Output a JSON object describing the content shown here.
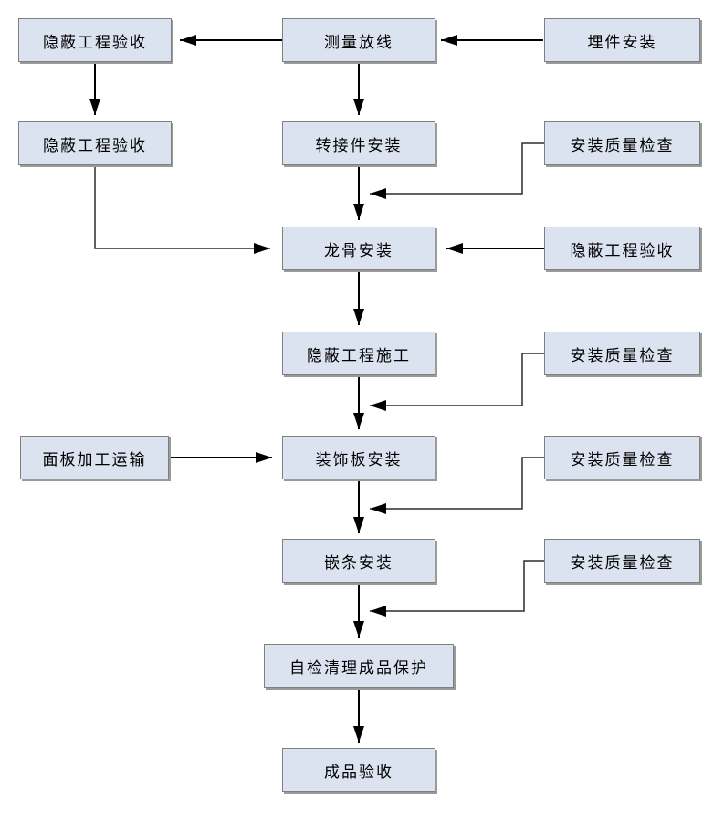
{
  "diagram": {
    "type": "flowchart",
    "title": "",
    "colors": {
      "background": "#ffffff",
      "node_fill": "#dce3f0",
      "node_border": "#7f7f7f",
      "node_shadow": "#9a9a9a",
      "connector": "#000000"
    },
    "nodes": [
      {
        "id": "hidden-acceptance-a",
        "label": "隐蔽工程验收",
        "col": "left",
        "row": 1
      },
      {
        "id": "measure-layout",
        "label": "测量放线",
        "col": "center",
        "row": 1
      },
      {
        "id": "embed-install",
        "label": "埋件安装",
        "col": "right",
        "row": 1
      },
      {
        "id": "hidden-acceptance-b",
        "label": "隐蔽工程验收",
        "col": "left",
        "row": 2
      },
      {
        "id": "adapter-install",
        "label": "转接件安装",
        "col": "center",
        "row": 2
      },
      {
        "id": "quality-check-a",
        "label": "安装质量检查",
        "col": "right",
        "row": 2
      },
      {
        "id": "keel-install",
        "label": "龙骨安装",
        "col": "center",
        "row": 3
      },
      {
        "id": "hidden-acceptance-c",
        "label": "隐蔽工程验收",
        "col": "right",
        "row": 3
      },
      {
        "id": "hidden-construction",
        "label": "隐蔽工程施工",
        "col": "center",
        "row": 4
      },
      {
        "id": "quality-check-b",
        "label": "安装质量检查",
        "col": "right",
        "row": 4
      },
      {
        "id": "panel-transport",
        "label": "面板加工运输",
        "col": "left",
        "row": 5
      },
      {
        "id": "panel-install",
        "label": "装饰板安装",
        "col": "center",
        "row": 5
      },
      {
        "id": "quality-check-c",
        "label": "安装质量检查",
        "col": "right",
        "row": 5
      },
      {
        "id": "trim-install",
        "label": "嵌条安装",
        "col": "center",
        "row": 6
      },
      {
        "id": "quality-check-d",
        "label": "安装质量检查",
        "col": "right",
        "row": 6
      },
      {
        "id": "self-check-protect",
        "label": "自检清理成品保护",
        "col": "center-wide",
        "row": 7
      },
      {
        "id": "final-acceptance",
        "label": "成品验收",
        "col": "center",
        "row": 8
      }
    ],
    "edges": [
      {
        "from": "embed-install",
        "to": "measure-layout"
      },
      {
        "from": "measure-layout",
        "to": "hidden-acceptance-a"
      },
      {
        "from": "hidden-acceptance-a",
        "to": "hidden-acceptance-b"
      },
      {
        "from": "measure-layout",
        "to": "adapter-install"
      },
      {
        "from": "adapter-install",
        "to": "keel-install"
      },
      {
        "from": "quality-check-a",
        "to": "keel-install"
      },
      {
        "from": "hidden-acceptance-b",
        "to": "keel-install"
      },
      {
        "from": "hidden-acceptance-c",
        "to": "keel-install"
      },
      {
        "from": "keel-install",
        "to": "hidden-construction"
      },
      {
        "from": "hidden-construction",
        "to": "panel-install"
      },
      {
        "from": "quality-check-b",
        "to": "panel-install"
      },
      {
        "from": "panel-transport",
        "to": "panel-install"
      },
      {
        "from": "panel-install",
        "to": "trim-install"
      },
      {
        "from": "quality-check-c",
        "to": "trim-install"
      },
      {
        "from": "trim-install",
        "to": "self-check-protect"
      },
      {
        "from": "quality-check-d",
        "to": "self-check-protect"
      },
      {
        "from": "self-check-protect",
        "to": "final-acceptance"
      }
    ]
  }
}
